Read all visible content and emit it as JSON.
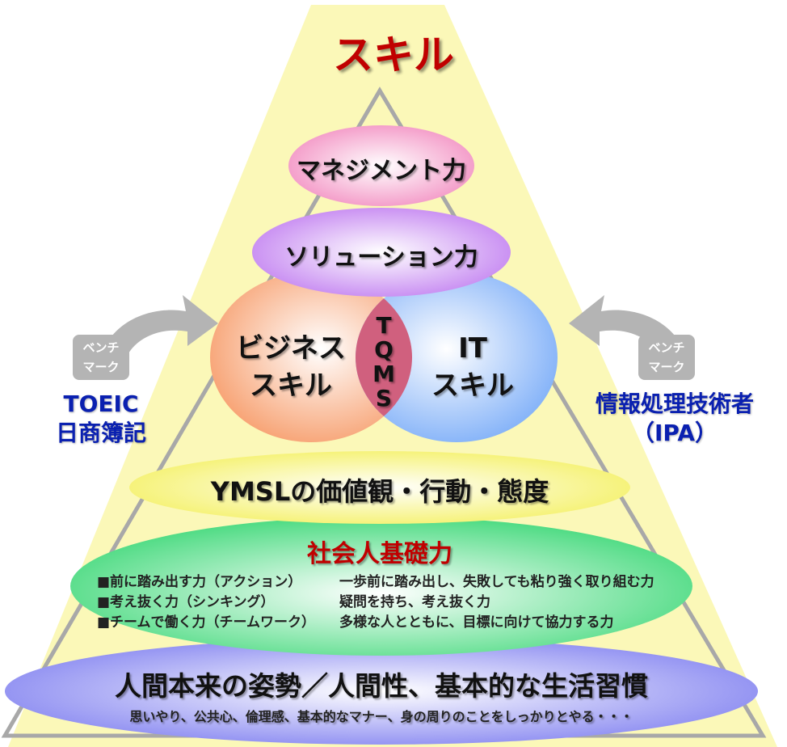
{
  "title": "スキル",
  "levels": {
    "management": "マネジメント力",
    "solution": "ソリューション力",
    "business_line1": "ビジネス",
    "business_line2": "スキル",
    "it_line1": "IT",
    "it_line2": "スキル",
    "tqms": [
      "T",
      "Q",
      "M",
      "S"
    ],
    "values": "YMSLの価値観・行動・態度",
    "social": "社会人基礎力",
    "base": "人間本来の姿勢／人間性、基本的な生活習慣",
    "base_sub": "思いやり、公共心、倫理感、基本的なマナー、身の周りのことをしっかりとやる・・・"
  },
  "social_items": [
    {
      "name": "■前に踏み出す力（アクション）",
      "desc": "一歩前に踏み出し、失敗しても粘り強く取り組む力"
    },
    {
      "name": "■考え抜く力（シンキング）",
      "desc": "疑問を持ち、考え抜く力"
    },
    {
      "name": "■チームで働く力（チームワーク）",
      "desc": "多様な人とともに、目標に向けて協力する力"
    }
  ],
  "benchmark_left": {
    "line1": "ベンチ",
    "line2": "マーク",
    "items": [
      "TOEIC",
      "日商簿記"
    ]
  },
  "benchmark_right": {
    "line1": "ベンチ",
    "line2": "マーク",
    "items": [
      "情報処理技術者",
      "（IPA）"
    ]
  }
}
